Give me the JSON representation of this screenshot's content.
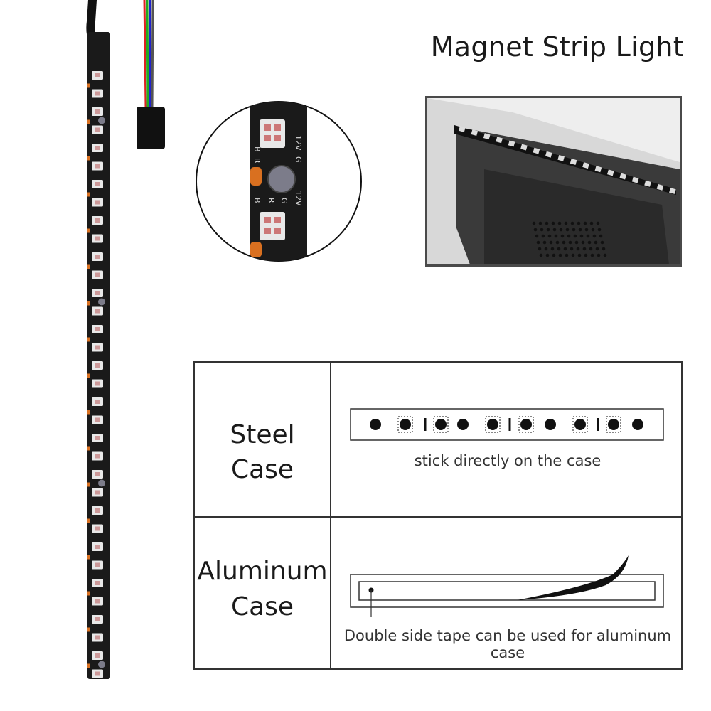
{
  "title": "Magnet Strip Light",
  "zoom": {
    "labels": [
      "12V",
      "G",
      "R",
      "B"
    ]
  },
  "table": {
    "rows": [
      {
        "label": "Steel Case",
        "caption": "stick directly on the case"
      },
      {
        "label_line1": "Aluminum",
        "label_line2": "Case",
        "caption": "Double side tape can be used for aluminum case"
      }
    ]
  },
  "colors": {
    "strip": "#1a1a1a",
    "led": "#e8e8e8",
    "resistor_orange": "#d97020",
    "wire_red": "#d22",
    "wire_green": "#2a2",
    "wire_blue": "#22c",
    "frame": "#333333"
  }
}
